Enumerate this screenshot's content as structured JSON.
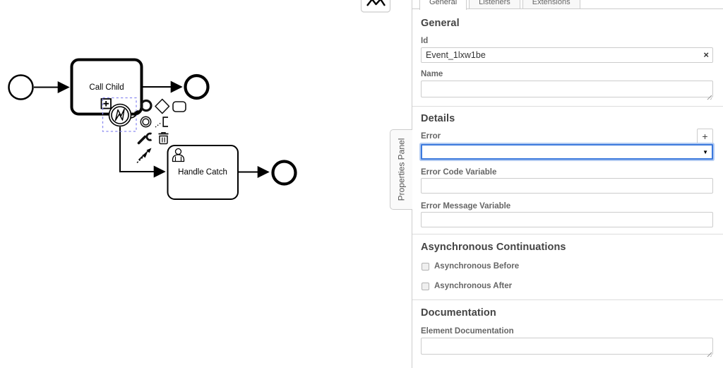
{
  "canvas": {
    "toolbar_stub": {
      "icon": "wave-tool-icon"
    },
    "nodes": {
      "start_event": {
        "type": "start-event"
      },
      "call_activity": {
        "label": "Call Child",
        "type": "call-activity",
        "marker": "subprocess-plus"
      },
      "boundary_error_event": {
        "type": "error-boundary-event",
        "selected": true
      },
      "end_event_top": {
        "type": "end-event"
      },
      "user_task": {
        "label": "Handle Catch",
        "type": "user-task"
      },
      "end_event_bottom": {
        "type": "end-event"
      }
    },
    "context_pad": {
      "items": [
        {
          "icon": "append-end-event-icon"
        },
        {
          "icon": "append-gateway-icon"
        },
        {
          "icon": "append-task-icon"
        },
        {
          "icon": "append-intermediate-event-icon"
        },
        {
          "icon": "append-text-annotation-icon"
        },
        {
          "icon": "change-type-wrench-icon"
        },
        {
          "icon": "delete-trash-icon"
        },
        {
          "icon": "connect-arrow-icon"
        }
      ]
    }
  },
  "panel": {
    "toggle_label": "Properties Panel",
    "tabs": [
      {
        "label": "General",
        "active": true
      },
      {
        "label": "Listeners",
        "active": false
      },
      {
        "label": "Extensions",
        "active": false
      }
    ],
    "general": {
      "title": "General",
      "id_label": "Id",
      "id_value": "Event_1lxw1be",
      "clear_glyph": "×",
      "name_label": "Name",
      "name_value": ""
    },
    "details": {
      "title": "Details",
      "error_label": "Error",
      "add_label": "+",
      "error_value": "",
      "caret_glyph": "▼",
      "error_code_label": "Error Code Variable",
      "error_code_value": "",
      "error_message_label": "Error Message Variable",
      "error_message_value": ""
    },
    "async": {
      "title": "Asynchronous Continuations",
      "before_label": "Asynchronous Before",
      "before_checked": false,
      "after_label": "Asynchronous After",
      "after_checked": false
    },
    "documentation": {
      "title": "Documentation",
      "element_doc_label": "Element Documentation",
      "element_doc_value": ""
    }
  },
  "colors": {
    "selection_dash": "#8c8cf0",
    "focus_border": "#3c79dd",
    "panel_border": "#cccccc",
    "heading_text": "#444444",
    "label_text": "#666666",
    "divider": "#dddddd",
    "shape_stroke": "#000000"
  }
}
